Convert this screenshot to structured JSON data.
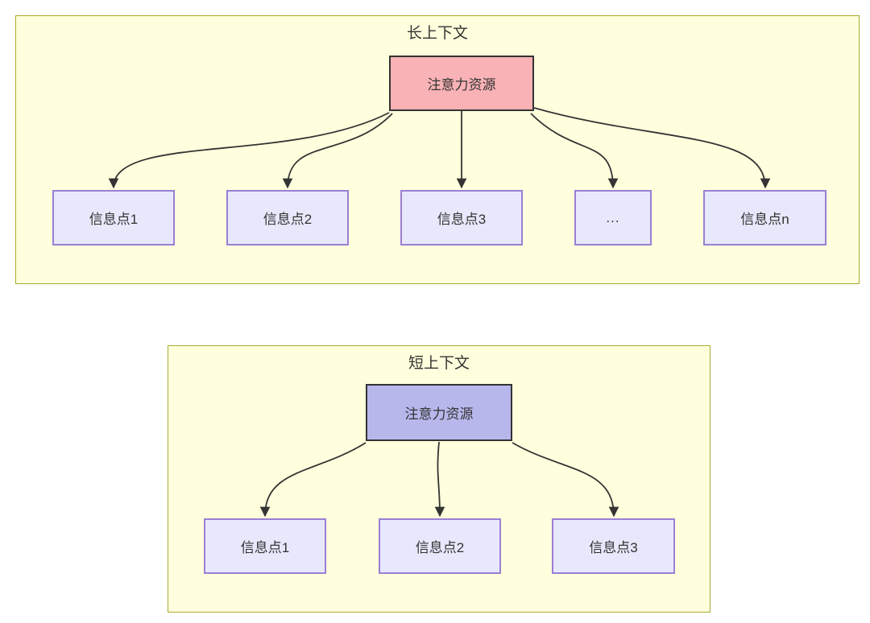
{
  "diagrams": [
    {
      "title": "长上下文",
      "source_label": "注意力资源",
      "children": [
        "信息点1",
        "信息点2",
        "信息点3",
        "...",
        "信息点n"
      ]
    },
    {
      "title": "短上下文",
      "source_label": "注意力资源",
      "children": [
        "信息点1",
        "信息点2",
        "信息点3"
      ]
    }
  ],
  "colors": {
    "page_background": "#ffffff",
    "container_fill": "#ffffdd",
    "container_border": "#a9aa32",
    "long_context_source_fill": "#f9b2b5",
    "short_context_source_fill": "#b7b7ec",
    "source_border": "#333333",
    "info_box_fill": "#e8e8fc",
    "info_box_border": "#9b7fd4",
    "arrow": "#343434",
    "text": "#333333"
  }
}
